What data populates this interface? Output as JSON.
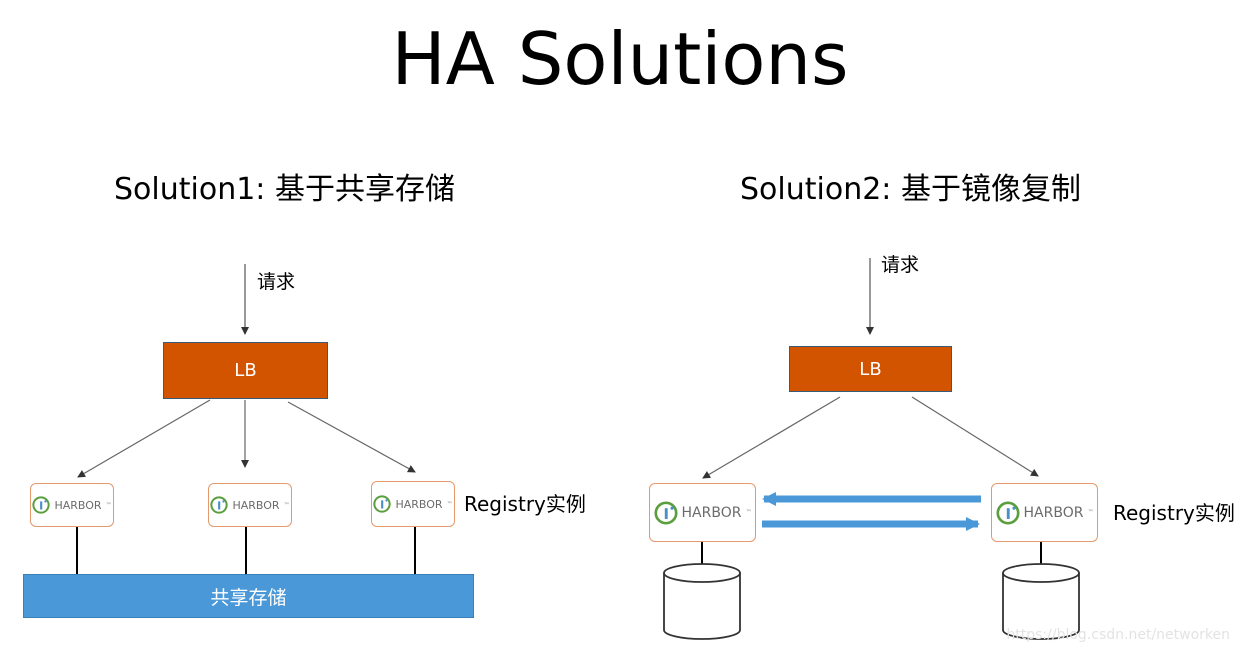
{
  "title": "HA Solutions",
  "solution1": {
    "heading": "Solution1: 基于共享存储",
    "request_label": "请求",
    "lb_label": "LB",
    "harbor_text": "HARBOR",
    "registry_label": "Registry实例",
    "storage_label": "共享存储"
  },
  "solution2": {
    "heading": "Solution2: 基于镜像复制",
    "request_label": "请求",
    "lb_label": "LB",
    "harbor_text": "HARBOR",
    "registry_label": "Registry实例"
  },
  "watermark": "https://blog.csdn.net/networken",
  "colors": {
    "lb_fill": "#d35400",
    "storage_fill": "#4a98d8",
    "replication_arrow": "#4a98d8",
    "harbor_border": "#e39a6e"
  }
}
